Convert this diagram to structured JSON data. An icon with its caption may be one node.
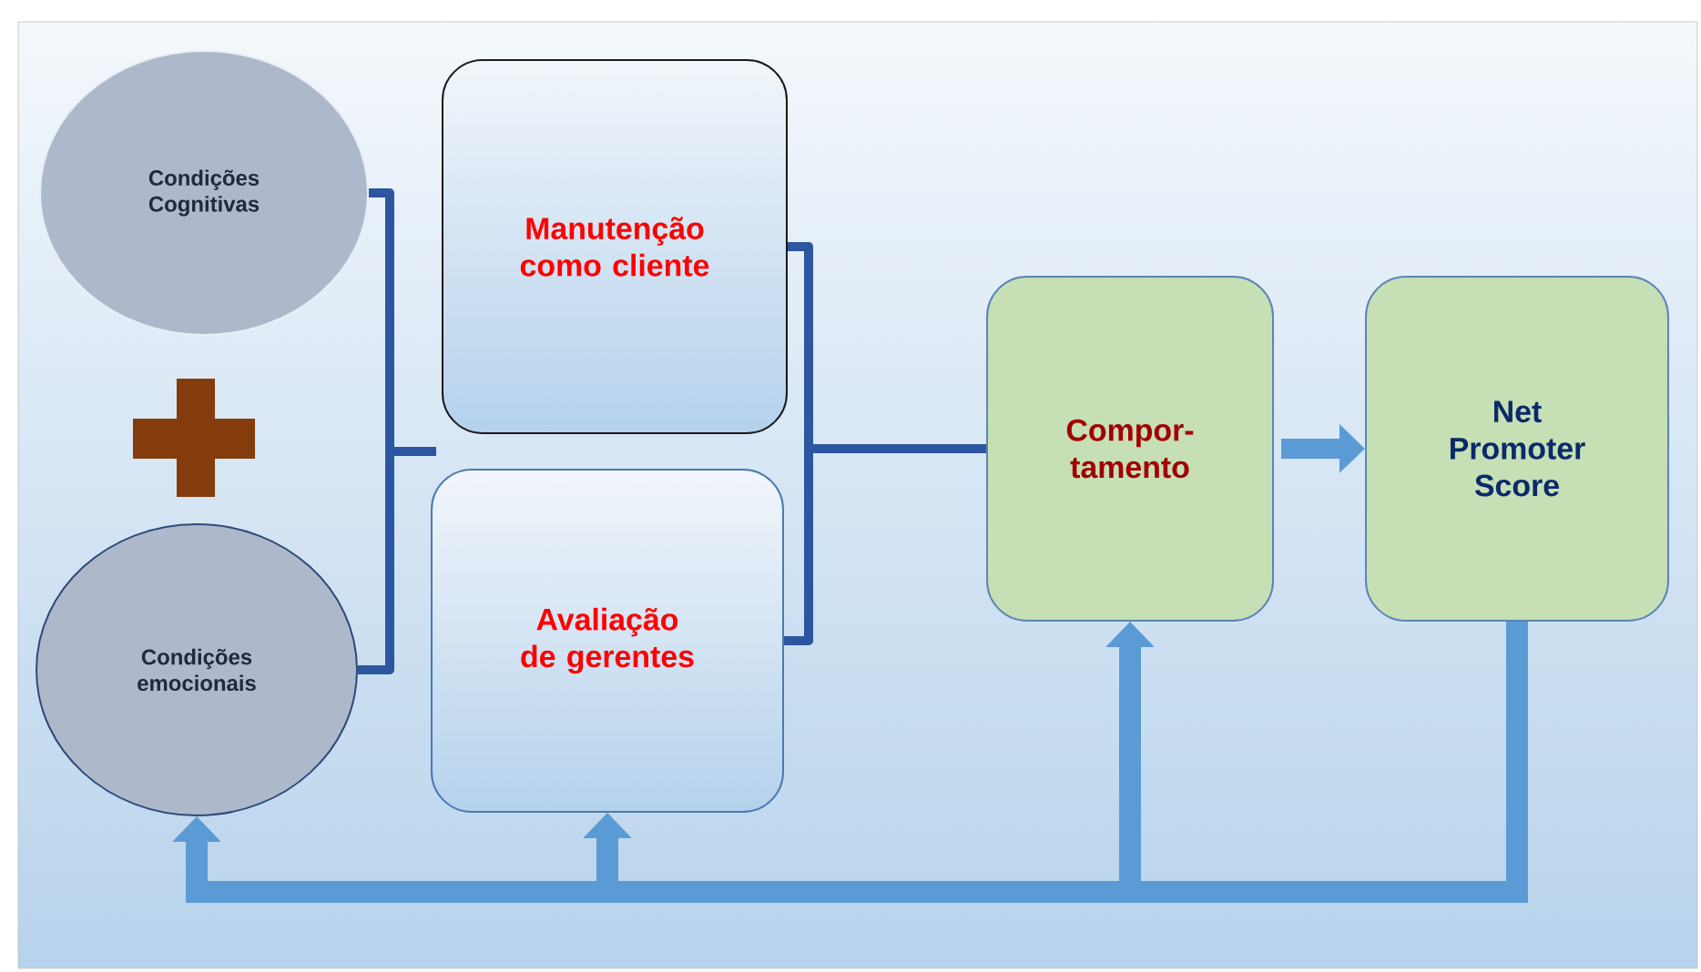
{
  "diagram": {
    "nodes": [
      {
        "text": [
          "Condições Cognitivas"
        ]
      },
      {
        "text": [
          "Condições emocionais"
        ]
      },
      {
        "text": [
          "Manutenção como cliente"
        ]
      },
      {
        "text": [
          "Avaliação de gerentes"
        ]
      },
      {
        "text": [
          "Compor- tamento"
        ]
      },
      {
        "text": [
          "Net Promoter Score"
        ]
      }
    ],
    "edges": [
      {
        "from": 0,
        "to": 2,
        "arrow": "none"
      },
      {
        "from": 0,
        "to": 3,
        "arrow": "none"
      },
      {
        "from": 1,
        "to": 2,
        "arrow": "none"
      },
      {
        "from": 1,
        "to": 3,
        "arrow": "none"
      },
      {
        "from": 2,
        "to": 4,
        "arrow": "none"
      },
      {
        "from": 3,
        "to": 4,
        "arrow": "none"
      },
      {
        "from": 4,
        "to": 5,
        "arrow": "to",
        "style": "thick",
        "color": "#5b9bd5"
      },
      {
        "from": 5,
        "to": 1,
        "arrow": "to",
        "style": "thick",
        "color": "#5b9bd5"
      },
      {
        "from": 5,
        "to": 3,
        "arrow": "to",
        "style": "thick",
        "color": "#5b9bd5"
      },
      {
        "from": 5,
        "to": 4,
        "arrow": "to",
        "style": "thick",
        "color": "#5b9bd5"
      }
    ]
  }
}
